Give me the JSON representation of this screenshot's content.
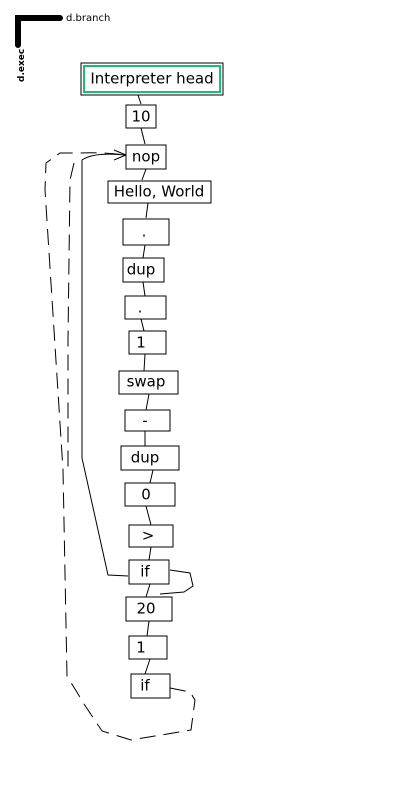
{
  "legend": {
    "branch_label": "d.branch",
    "exec_label": "d.exec"
  },
  "colors": {
    "head_border": "#1bbf73",
    "node_border": "#000000",
    "edge": "#000000"
  },
  "nodes": [
    {
      "id": "head",
      "label": "Interpreter head",
      "head": true
    },
    {
      "id": "n10",
      "label": "10"
    },
    {
      "id": "nop",
      "label": "nop"
    },
    {
      "id": "hello",
      "label": "Hello, World"
    },
    {
      "id": "dot1",
      "label": "."
    },
    {
      "id": "dup1",
      "label": "dup"
    },
    {
      "id": "dot2",
      "label": "."
    },
    {
      "id": "one1",
      "label": "1"
    },
    {
      "id": "swap",
      "label": "swap"
    },
    {
      "id": "minus",
      "label": "-"
    },
    {
      "id": "dup2",
      "label": "dup"
    },
    {
      "id": "zero",
      "label": "0"
    },
    {
      "id": "gt",
      "label": ">"
    },
    {
      "id": "if1",
      "label": "if"
    },
    {
      "id": "n20",
      "label": "20"
    },
    {
      "id": "one2",
      "label": "1"
    },
    {
      "id": "if2",
      "label": "if"
    }
  ]
}
